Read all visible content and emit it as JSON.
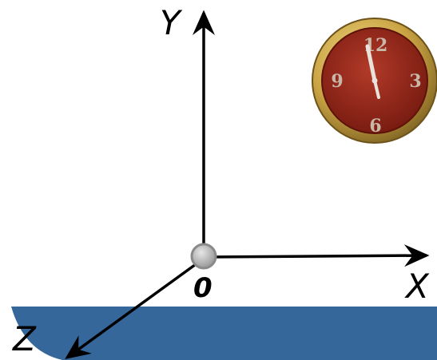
{
  "axes": {
    "x_label": "X",
    "y_label": "Y",
    "z_label": "Z",
    "origin_label": "0"
  },
  "clock": {
    "numerals": [
      "12",
      "3",
      "6",
      "9"
    ]
  },
  "colors": {
    "surface": "#35679a",
    "clock_face": "#9b2a1c",
    "clock_rim": "#c9a343",
    "origin_point": "#b5b5b5"
  }
}
